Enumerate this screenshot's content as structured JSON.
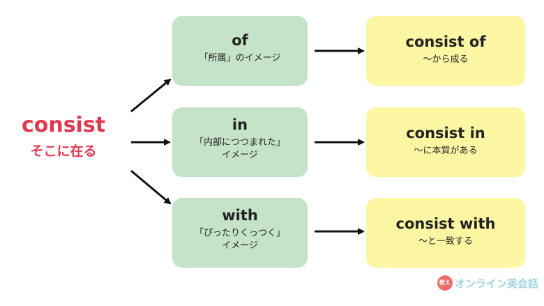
{
  "main": {
    "word": "consist",
    "meaning": "そこに在る"
  },
  "nodes": [
    {
      "prep": "of",
      "image_lines": [
        "「所属」のイメージ"
      ],
      "result": "consist of",
      "result_meaning": "〜から成る"
    },
    {
      "prep": "in",
      "image_lines": [
        "「内部につつまれた」",
        "イメージ"
      ],
      "result": "consist in",
      "result_meaning": "〜に本質がある"
    },
    {
      "prep": "with",
      "image_lines": [
        "「ぴったりくっつく」",
        "イメージ"
      ],
      "result": "consist with",
      "result_meaning": "〜と一致する"
    }
  ],
  "logo": {
    "badge": "教えて",
    "text": "オンライン英会話"
  },
  "colors": {
    "accent": "#e2384f",
    "green_box": "#c5e3c8",
    "yellow_box": "#fdf6a3",
    "arrow": "#111111"
  }
}
